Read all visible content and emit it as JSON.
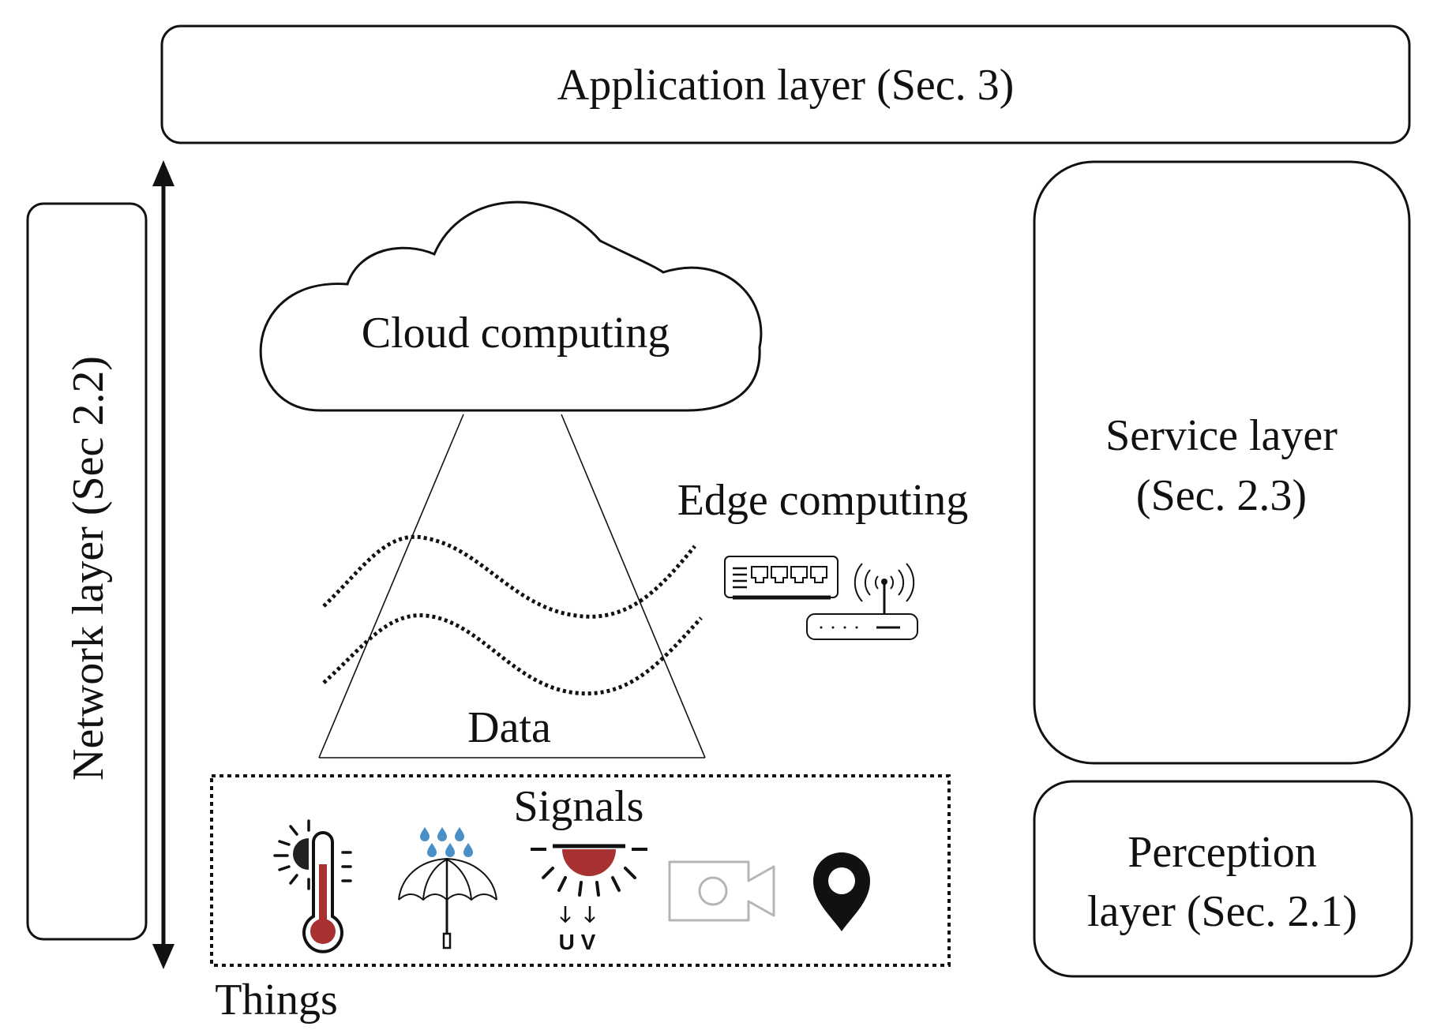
{
  "layers": {
    "application": "Application layer (Sec. 3)",
    "network": "Network layer (Sec 2.2)",
    "service_line1": "Service layer",
    "service_line2": "(Sec. 2.3)",
    "perception_line1": "Perception",
    "perception_line2": "layer (Sec. 2.1)"
  },
  "labels": {
    "cloud": "Cloud computing",
    "edge": "Edge computing",
    "data": "Data",
    "signals": "Signals",
    "things": "Things",
    "uv": "U V"
  },
  "icons": [
    "thermometer-sun-icon",
    "umbrella-rain-icon",
    "uv-lamp-icon",
    "video-camera-icon",
    "location-pin-icon",
    "network-switch-icon",
    "wifi-router-icon"
  ],
  "colors": {
    "line": "#111111",
    "accent_red": "#a83232",
    "rain_blue": "#4a8fc6",
    "camera_grey": "#b5b5b5"
  }
}
